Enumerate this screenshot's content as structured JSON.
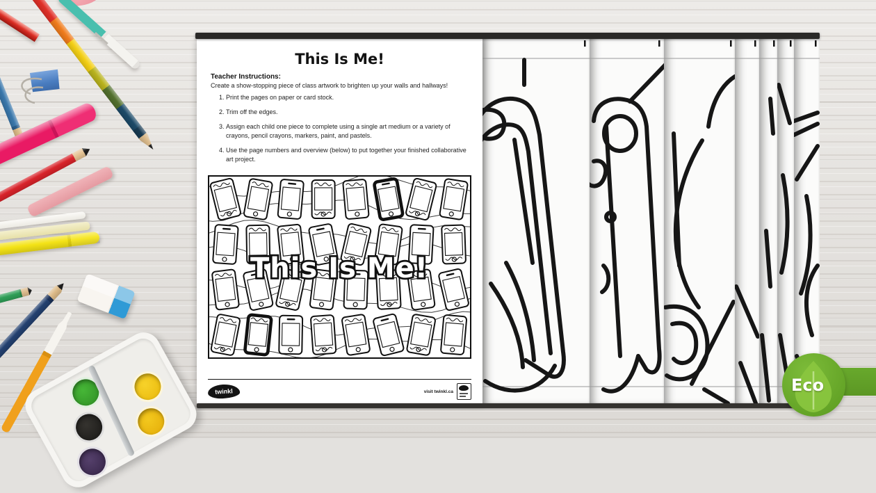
{
  "page": {
    "title": "This Is Me!",
    "teacher_heading": "Teacher Instructions:",
    "intro": "Create a show-stopping piece of class artwork to brighten up your walls and hallways!",
    "steps": [
      "Print the pages on paper or card stock.",
      "Trim off the edges.",
      "Assign each child one piece to complete using a single art medium or a variety of crayons, pencil crayons, markers, paint, and pastels.",
      "Use the page numbers and overview (below) to put together your finished collaborative art project."
    ],
    "preview": {
      "overlay_text": "This Is Me!",
      "grid": {
        "rows": 4,
        "cols": 8,
        "dark_phones": [
          [
            0,
            5
          ],
          [
            3,
            1
          ]
        ]
      }
    },
    "footer": {
      "logo_text": "twinkl",
      "site_text": "visit twinkl.ca"
    }
  },
  "stack": {
    "pages_behind_visible": 7
  },
  "eco_badge": {
    "label": "Eco",
    "circle_color": "#6fae2e",
    "leaf_color": "#8bc63f",
    "ribbon_color": "#5f9e28",
    "text_color": "#ffffff"
  },
  "scene": {
    "desk_color": "#e4e2df",
    "stationery": [
      "red pencil",
      "pink eraser",
      "rainbow pencil",
      "teal pen with white cap",
      "blue binder clip",
      "blue pencil",
      "pink marker",
      "red pencil sharpened",
      "pink chalk stick",
      "white pencil",
      "pale yellow pencil",
      "yellow marker",
      "green pencil",
      "navy pencil",
      "white eraser with blue end",
      "orange pen with white cap",
      "watercolour palette with brush"
    ]
  }
}
